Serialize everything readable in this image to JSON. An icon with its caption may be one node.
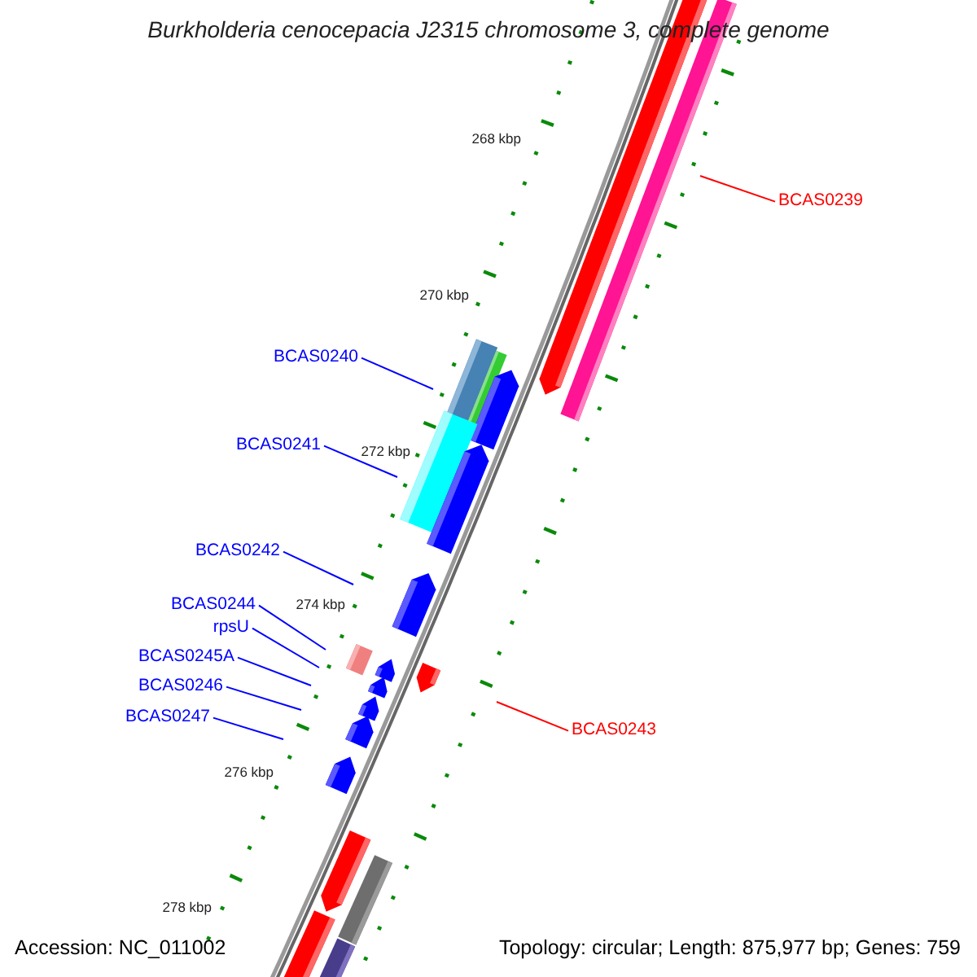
{
  "diagram": {
    "title": "Burkholderia cenocepacia J2315 chromosome 3, complete genome",
    "nodes": [
      {
        "text": [
          "BCAS0239"
        ]
      },
      {
        "text": [
          "BCAS0240"
        ]
      },
      {
        "text": [
          "BCAS0241"
        ]
      },
      {
        "text": [
          "BCAS0242"
        ]
      },
      {
        "text": [
          "BCAS0244"
        ]
      },
      {
        "text": [
          "rpsU"
        ]
      },
      {
        "text": [
          "BCAS0245A"
        ]
      },
      {
        "text": [
          "BCAS0246"
        ]
      },
      {
        "text": [
          "BCAS0247"
        ]
      },
      {
        "text": [
          "BCAS0243"
        ]
      }
    ],
    "edges": [
      {
        "from": 0,
        "to": null,
        "arrow": "none",
        "color": "#ff0000"
      },
      {
        "from": 1,
        "to": null,
        "arrow": "none"
      },
      {
        "from": 2,
        "to": null,
        "arrow": "none"
      },
      {
        "from": 3,
        "to": null,
        "arrow": "none"
      },
      {
        "from": 4,
        "to": null,
        "arrow": "none"
      },
      {
        "from": 5,
        "to": null,
        "arrow": "none"
      },
      {
        "from": 6,
        "to": null,
        "arrow": "none"
      },
      {
        "from": 7,
        "to": null,
        "arrow": "none"
      },
      {
        "from": 8,
        "to": null,
        "arrow": "none"
      },
      {
        "from": 9,
        "to": null,
        "arrow": "none",
        "color": "#ff0000"
      }
    ],
    "labels": [
      "268 kbp",
      "270 kbp",
      "272 kbp",
      "274 kbp",
      "276 kbp",
      "278 kbp",
      "Accession: NC_011002",
      "Topology: circular; Length: 875,977 bp; Genes: 759"
    ]
  }
}
